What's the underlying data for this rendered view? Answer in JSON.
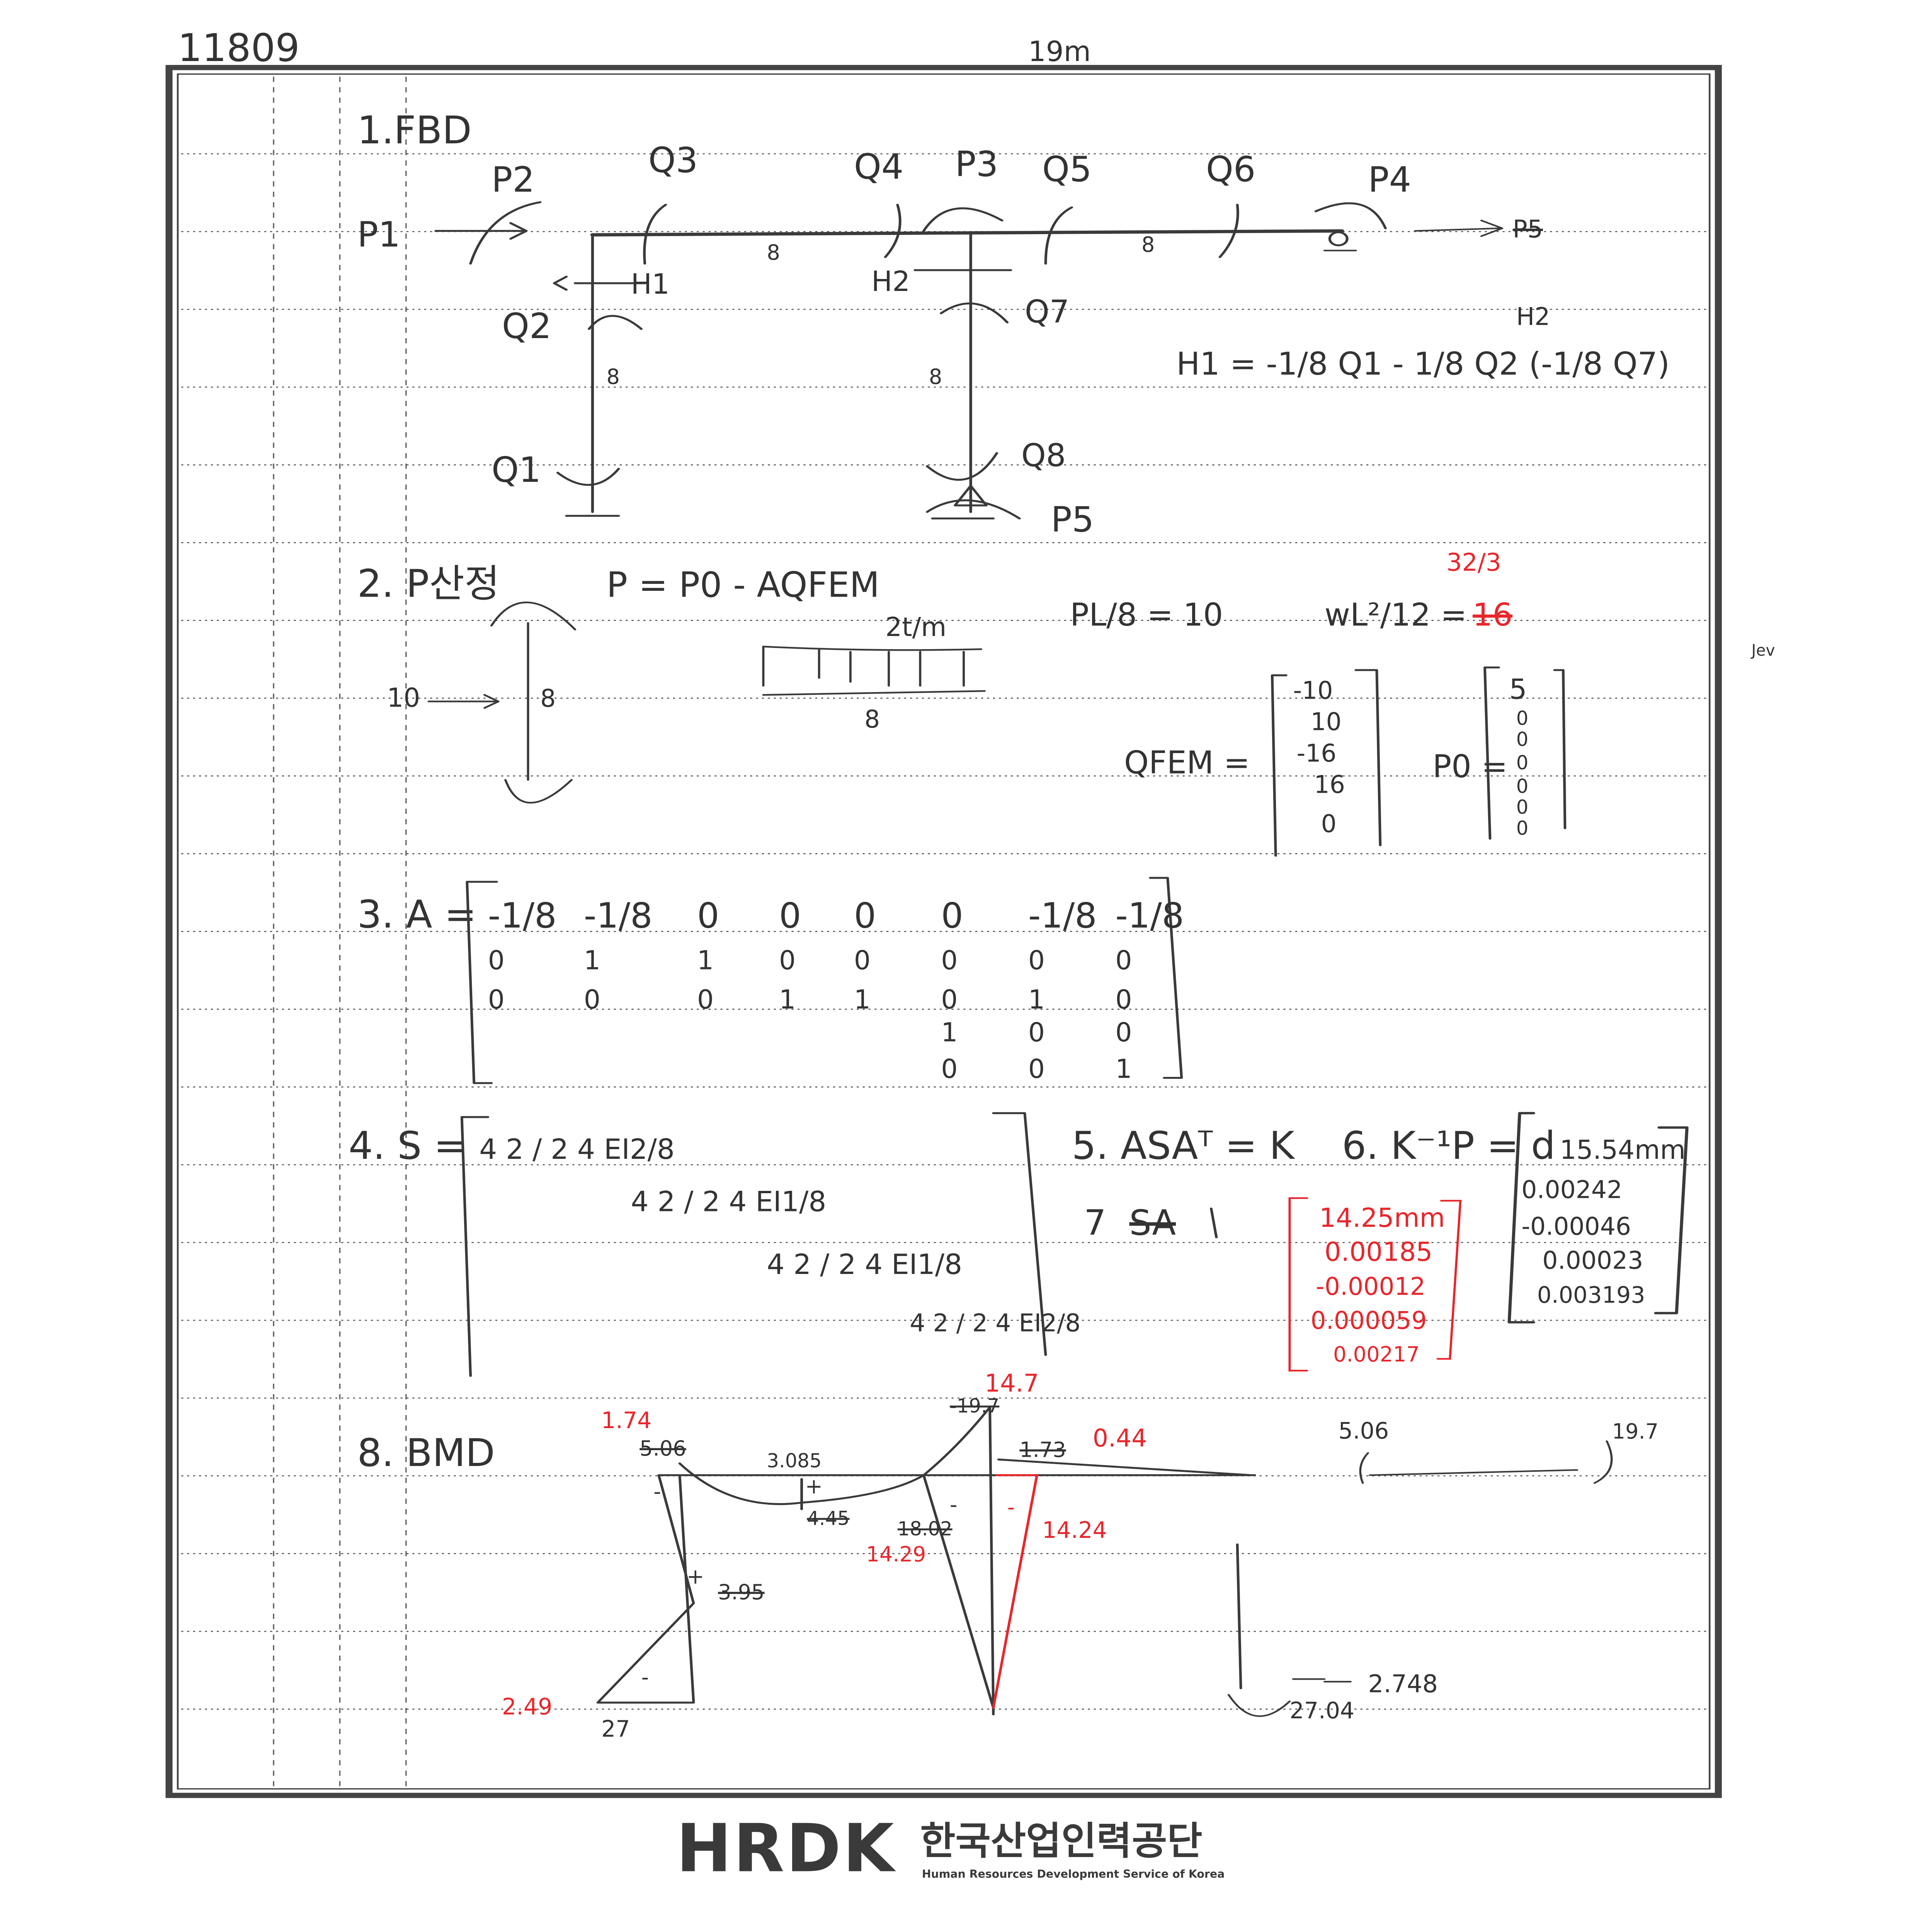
{
  "header": {
    "sheet_id": "11809",
    "top_note": "19m"
  },
  "section1": {
    "title": "1.FBD",
    "labels": {
      "p1": "P1",
      "p2": "P2",
      "p3": "P3",
      "p4": "P4",
      "p5": "P5",
      "p5_struck": "P5",
      "q1": "Q1",
      "q2": "Q2",
      "q3": "Q3",
      "q4": "Q4",
      "q5": "Q5",
      "q6": "Q6",
      "q7": "Q7",
      "q8": "Q8",
      "h1": "H1",
      "h2": "H2",
      "len_beam1": "8",
      "len_beam2": "8",
      "len_col1": "8",
      "len_col2": "8"
    },
    "equation_h1": "H1 = -1/8 Q1 - 1/8 Q2 (-1/8 Q7)",
    "equation_h2_note": "H2"
  },
  "section2": {
    "title": "2. P산정",
    "equation": "P = P0 - AQFEM",
    "load_point": "10",
    "col_len": "8",
    "udl": "2t/m",
    "beam_len": "8",
    "pl8": "PL/8 = 10",
    "wl12": "wL²/12 =",
    "wl12_struck": "16",
    "wl12_red": "32/3",
    "qfem_label": "QFEM =",
    "qfem": [
      "-10",
      "10",
      "-16",
      "16",
      "0"
    ],
    "p0_label": "P0 =",
    "p0": [
      "5",
      "0",
      "0",
      "0",
      "0",
      "0",
      "0"
    ]
  },
  "section3": {
    "title": "3. A =",
    "rows": [
      [
        "-1/8",
        "-1/8",
        "0",
        "0",
        "0",
        "0",
        "-1/8",
        "-1/8"
      ],
      [
        "0",
        "1",
        "1",
        "0",
        "0",
        "0",
        "0",
        "0"
      ],
      [
        "0",
        "0",
        "0",
        "1",
        "1",
        "0",
        "1",
        "0"
      ],
      [
        "",
        "",
        "",
        "",
        "",
        "1",
        "0",
        "0"
      ],
      [
        "",
        "",
        "",
        "",
        "",
        "0",
        "0",
        "1"
      ]
    ]
  },
  "section4": {
    "title": "4. S =",
    "entries": [
      "4 2 / 2 4  EI2/8",
      "4 2 / 2 4  EI1/8",
      "4 2 / 2 4  EI1/8",
      "4 2 / 2 4  EI2/8"
    ]
  },
  "section5": {
    "title": "5. ASAᵀ = K"
  },
  "section6": {
    "title": "6. K⁻¹P = d",
    "d": [
      "15.54mm",
      "0.00242",
      "-0.00046",
      "0.00023",
      "0.003193"
    ]
  },
  "section7": {
    "title": "7. SA",
    "title_struck": "SA",
    "red_values": [
      "14.25mm",
      "0.00185",
      "-0.00012",
      "0.000059",
      "0.00217"
    ]
  },
  "section8": {
    "title": "8. BMD",
    "black_values": [
      "5.06",
      "3.085",
      "4.45",
      "18.02",
      "3.95",
      "27",
      "-19.7",
      "1.73",
      "5.06",
      "19.7",
      "2.748",
      "27.04"
    ],
    "red_values": [
      "1.74",
      "14.7",
      "0.44",
      "14.29",
      "14.24",
      "2.49"
    ],
    "signs": [
      "-",
      "+",
      "-",
      "-",
      "+",
      "-"
    ]
  },
  "margin_note": "Jev",
  "footer": {
    "logo_text": "HRDK",
    "org_name_kr": "한국산업인력공단",
    "org_name_en": "Human Resources Development Service of Korea"
  }
}
